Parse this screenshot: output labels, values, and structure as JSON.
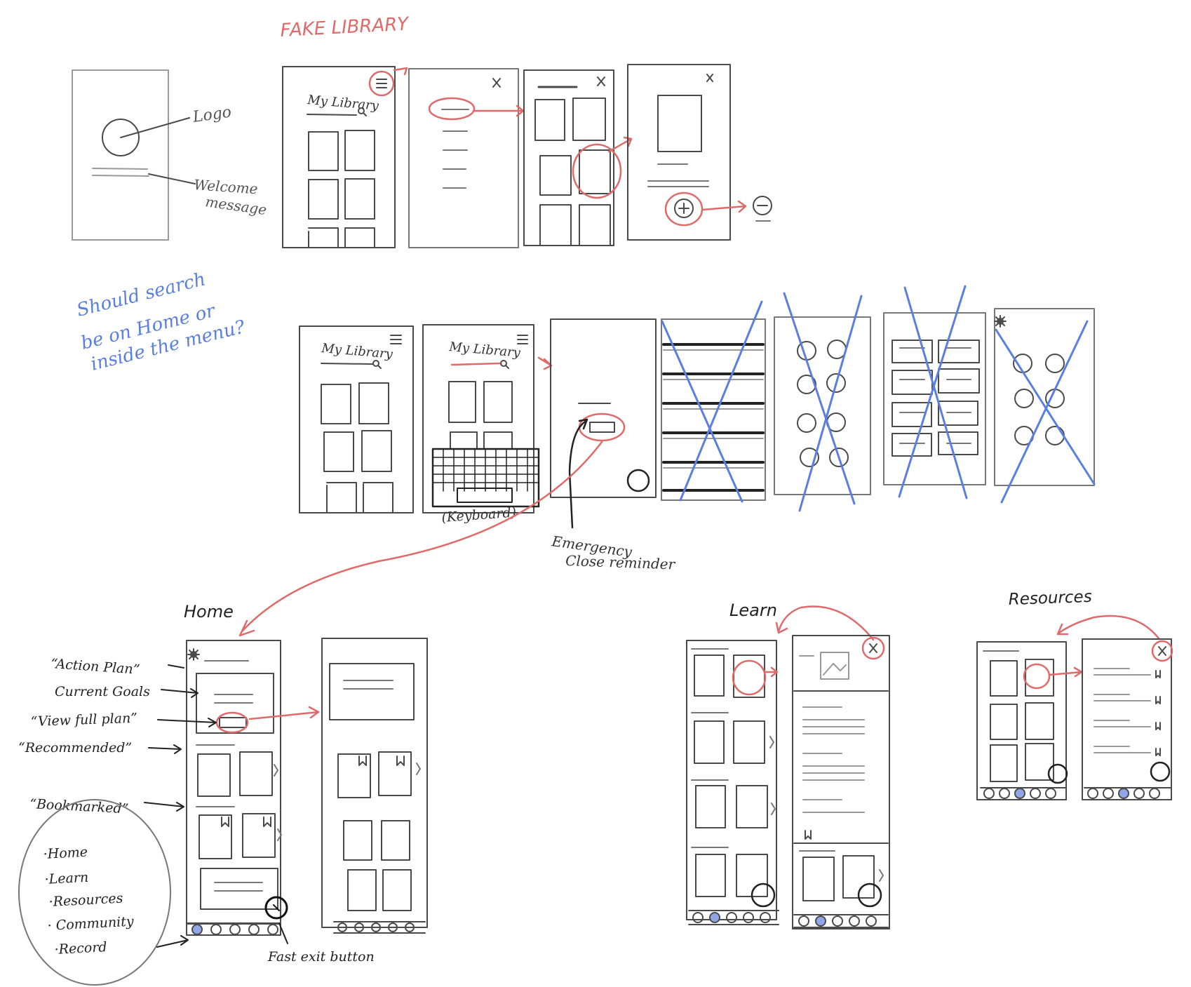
{
  "title": "FAKE LIBRARY",
  "colors": {
    "pencil": "#4a4a4a",
    "light": "#9a9a9a",
    "red": "#e06a6a",
    "blue": "#5a7fe0",
    "nav_active": "#8fa6e8"
  },
  "splash": {
    "logo": "Logo",
    "welcome": [
      "Welcome",
      "message"
    ]
  },
  "screen_title": "My Library",
  "question": [
    "Should search",
    "be on Home or",
    "inside the menu?"
  ],
  "keyboard_label": "(Keyboard)",
  "emergency_note": [
    "Emergency",
    "Close reminder"
  ],
  "sections": {
    "home": "Home",
    "learn": "Learn",
    "resources": "Resources"
  },
  "home_annotations": {
    "action_plan": "“Action Plan”",
    "current_goals": "Current Goals",
    "view_full_plan": "“View full plan”",
    "recommended": "“Recommended”",
    "bookmarked": "“Bookmarked”"
  },
  "nav_items": [
    "·Home",
    "·Learn",
    "·Resources",
    "· Community",
    "·Record"
  ],
  "fast_exit": "Fast exit button",
  "icons": [
    "gear-icon",
    "menu-icon",
    "close-icon",
    "search-icon",
    "plus-icon",
    "minus-icon",
    "bookmark-icon",
    "image-icon",
    "arrow-icon"
  ]
}
